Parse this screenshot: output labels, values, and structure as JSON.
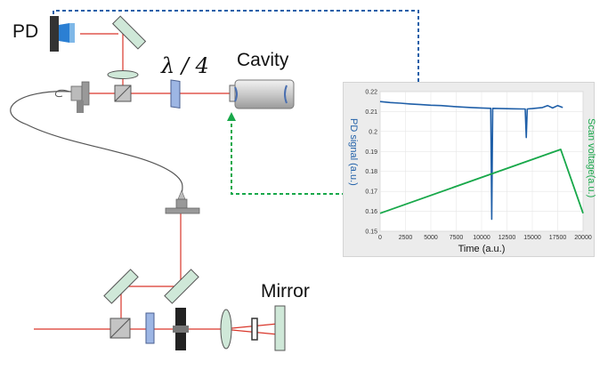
{
  "labels": {
    "pd": "PD",
    "lambda": "λ / 4",
    "cavity": "Cavity",
    "mirror": "Mirror"
  },
  "colors": {
    "beam": "#d9362a",
    "pd_signal": "#1f5fa8",
    "scan_voltage": "#18a84a",
    "optic_green": "#cfe8d8",
    "optic_gray": "#9a9a9a"
  },
  "chart_data": {
    "type": "line",
    "xlabel": "Time (a.u.)",
    "y_left_label": "PD signal (a.u.)",
    "y_right_label": "Scan voltage(a.u.)",
    "x_ticks": [
      "0",
      "2500",
      "5000",
      "7500",
      "10000",
      "12500",
      "15000",
      "17500",
      "20000"
    ],
    "y_ticks": [
      "0.15",
      "0.16",
      "0.17",
      "0.18",
      "0.19",
      "0.2",
      "0.21",
      "0.22"
    ],
    "xlim": [
      0,
      20000
    ],
    "ylim": [
      0.15,
      0.22
    ],
    "series": [
      {
        "name": "PD signal (a.u.)",
        "color": "#1f5fa8",
        "x": [
          0,
          1000,
          2000,
          3000,
          4000,
          5000,
          6000,
          7000,
          8000,
          9000,
          10000,
          10900,
          11000,
          11100,
          12000,
          13000,
          14000,
          14300,
          14400,
          14500,
          15000,
          16000,
          16500,
          17000,
          17500,
          18000
        ],
        "y": [
          0.215,
          0.2145,
          0.2142,
          0.2138,
          0.2135,
          0.2132,
          0.213,
          0.2126,
          0.2123,
          0.212,
          0.2118,
          0.2116,
          0.156,
          0.2116,
          0.2115,
          0.2114,
          0.2113,
          0.2113,
          0.197,
          0.2113,
          0.2115,
          0.212,
          0.213,
          0.2118,
          0.213,
          0.212
        ]
      },
      {
        "name": "Scan voltage(a.u.)",
        "color": "#18a84a",
        "x": [
          0,
          17800,
          20000
        ],
        "y": [
          0.159,
          0.191,
          0.159
        ]
      }
    ]
  }
}
